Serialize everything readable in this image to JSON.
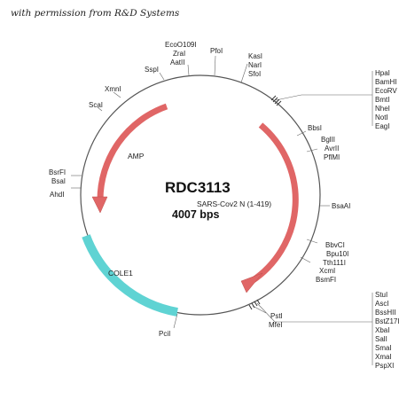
{
  "header": {
    "permission_text": "with permission from R&D Systems"
  },
  "plasmid": {
    "name": "RDC3113",
    "size": "4007 bps",
    "features": [
      {
        "label": "AMP",
        "color": "#e06666"
      },
      {
        "label": "SARS-Cov2 N (1-419)",
        "color": "#e06666"
      },
      {
        "label": "COLE1",
        "color": "#5fd3d3"
      }
    ],
    "sites": {
      "top_group": [
        "EcoO109I",
        "ZraI",
        "AatII"
      ],
      "pfoi": "PfoI",
      "sspi": "SspI",
      "kas_group": [
        "KasI",
        "NarI",
        "SfoI"
      ],
      "xmni": "XmnI",
      "scai": "ScaI",
      "mcs_group": [
        "HpaI",
        "BamHI",
        "EcoRV",
        "BmtI",
        "NheI",
        "NotI",
        "EagI"
      ],
      "bbsi": "BbsI",
      "bgl_group": [
        "BglII",
        "AvrII",
        "PflMI"
      ],
      "bsr_group": [
        "BsrFI",
        "BsaI"
      ],
      "ahdi": "AhdI",
      "bsaai": "BsaAI",
      "bbv_group": [
        "BbvCI",
        "Bpu10I",
        "Tth111I",
        "XcmI",
        "BsmFI"
      ],
      "pcii": "PciI",
      "psti": "PstI",
      "mfei": "MfeI",
      "stu_group": [
        "StuI",
        "AscI",
        "BssHII",
        "BstZ17I",
        "XbaI",
        "SalI",
        "SmaI",
        "XmaI",
        "PspXI"
      ]
    }
  }
}
